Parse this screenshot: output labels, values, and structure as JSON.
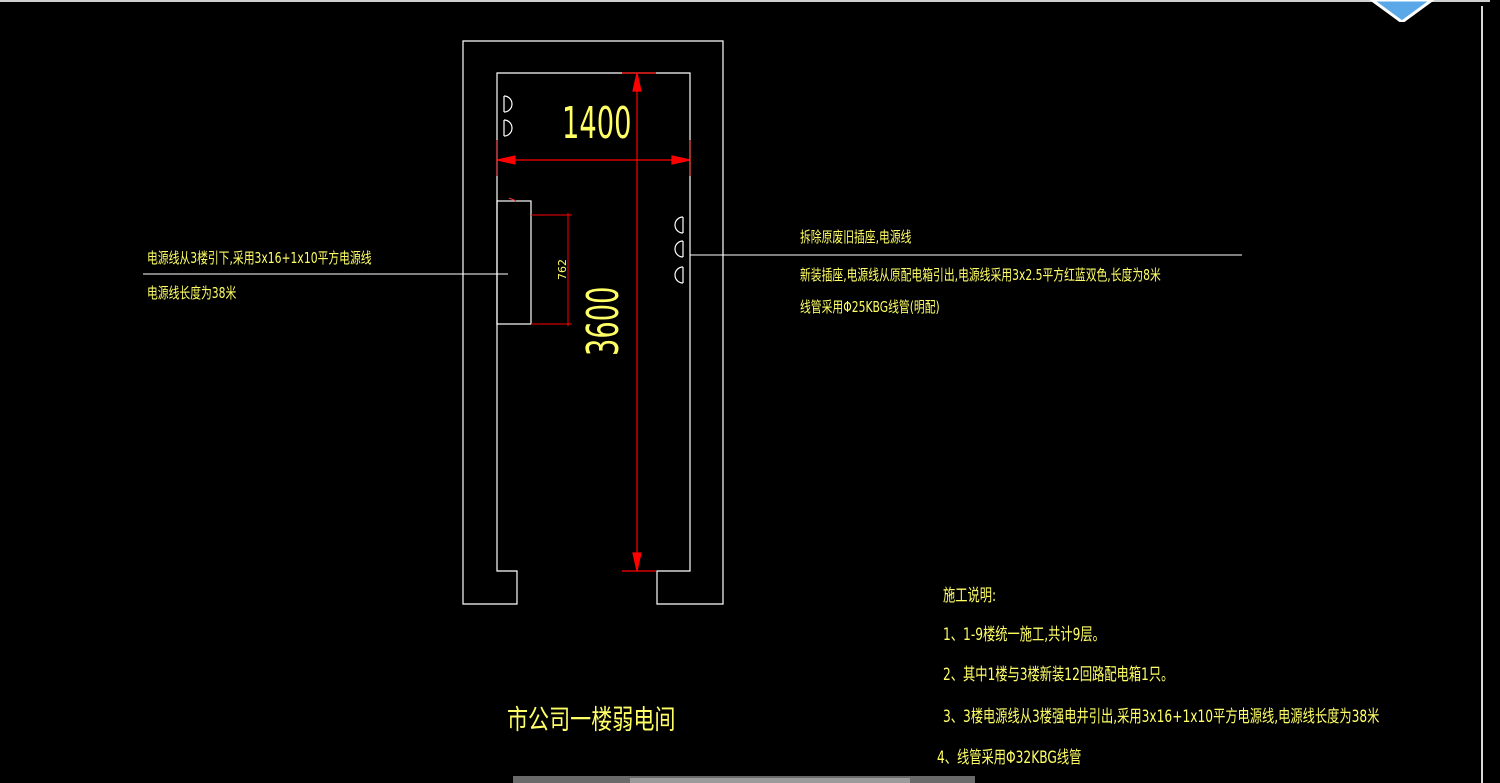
{
  "drawing": {
    "room_title": "市公司一楼弱电间",
    "dimensions": {
      "width_label": "1400",
      "height_label": "3600",
      "panel_label": "762"
    }
  },
  "annotations": {
    "left_note": {
      "line1": "电源线从3楼引下,采用3x16+1x10平方电源线",
      "line2": "电源线长度为38米"
    },
    "right_note": {
      "line1": "拆除原废旧插座,电源线",
      "line2": "新装插座,电源线从原配电箱引出,电源线采用3x2.5平方红蓝双色,长度为8米",
      "line3": "线管采用Φ25KBG线管(明配)"
    }
  },
  "construction_notes": {
    "heading": "施工说明:",
    "items": [
      "1、1-9楼统一施工,共计9层。",
      "2、其中1楼与3楼新装12回路配电箱1只。",
      "3、3楼电源线从3楼强电井引出,采用3x16+1x10平方电源线,电源线长度为38米",
      "4、线管采用Φ32KBG线管"
    ]
  },
  "colors": {
    "background": "#000000",
    "outline": "#ffffff",
    "dimension": "#ff0000",
    "text": "#ffff66"
  },
  "icons": [
    "outlet-symbol-icon",
    "app-corner-icon"
  ]
}
